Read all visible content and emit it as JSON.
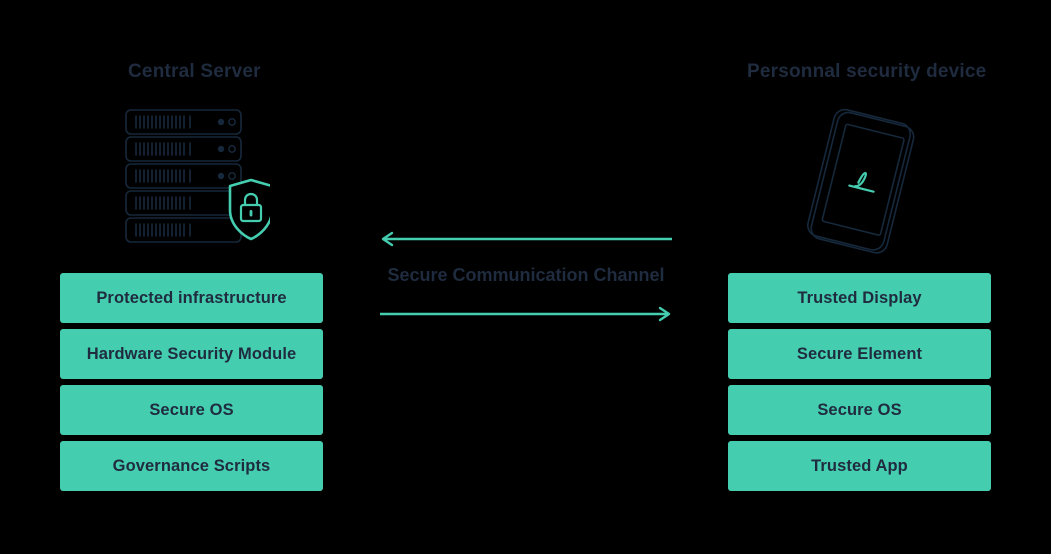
{
  "theme": {
    "background": "#000000",
    "accent_teal": "#45CDB0",
    "text_navy": "#1F2B3E",
    "outline_navy": "#16283B"
  },
  "left_column": {
    "title": "Central Server",
    "illustration": "server-rack-with-shield-lock-icon",
    "layers": [
      {
        "label": "Protected infrastructure"
      },
      {
        "label": "Hardware Security Module"
      },
      {
        "label": "Secure OS"
      },
      {
        "label": "Governance Scripts"
      }
    ]
  },
  "right_column": {
    "title": "Personnal security device",
    "illustration": "tilted-tablet-device-with-signature-icon",
    "layers": [
      {
        "label": "Trusted Display"
      },
      {
        "label": "Secure Element"
      },
      {
        "label": "Secure OS"
      },
      {
        "label": "Trusted App"
      }
    ]
  },
  "center": {
    "label": "Secure Communication Channel",
    "arrows": [
      {
        "name": "arrow-right-to-left",
        "direction": "left"
      },
      {
        "name": "arrow-left-to-right",
        "direction": "right"
      }
    ]
  }
}
